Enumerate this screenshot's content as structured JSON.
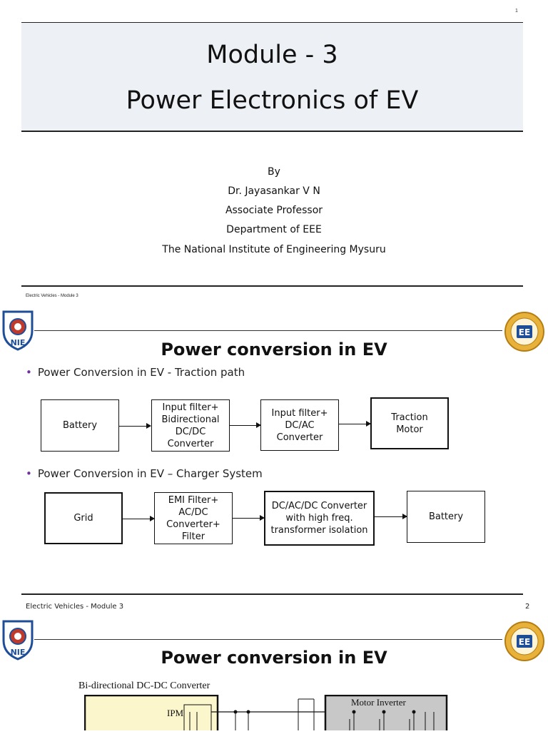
{
  "page1": {
    "page_number": "1",
    "title_line1": "Module - 3",
    "title_line2": "Power Electronics of EV",
    "byline": [
      "By",
      "Dr. Jayasankar V N",
      "Associate Professor",
      "Department of EEE",
      "The National Institute of Engineering Mysuru"
    ],
    "footer": "Electric Vehicles - Module 3"
  },
  "page2": {
    "title": "Power conversion in EV",
    "bullet1": "Power Conversion in EV - Traction path",
    "traction_path": [
      "Battery",
      "Input filter+\nBidirectional\nDC/DC\nConverter",
      "Input filter+\nDC/AC\nConverter",
      "Traction\nMotor"
    ],
    "bullet2": "Power Conversion in EV – Charger System",
    "charger_system": [
      "Grid",
      "EMI Filter+\nAC/DC\nConverter+\nFilter",
      "DC/AC/DC Converter\nwith high freq.\ntransformer isolation",
      "Battery"
    ],
    "footer": "Electric Vehicles - Module 3",
    "page_number": "2"
  },
  "page3": {
    "title": "Power conversion in EV",
    "circuit_caption": "Bi-directional DC-DC Converter",
    "ipm_label": "IPM",
    "motor_inverter_label": "Motor Inverter"
  },
  "colors": {
    "title_band": "#edf1f5",
    "bullet": "#7030a0",
    "converter_fill": "#fbf6cc",
    "inverter_fill": "#c8c8c8"
  }
}
